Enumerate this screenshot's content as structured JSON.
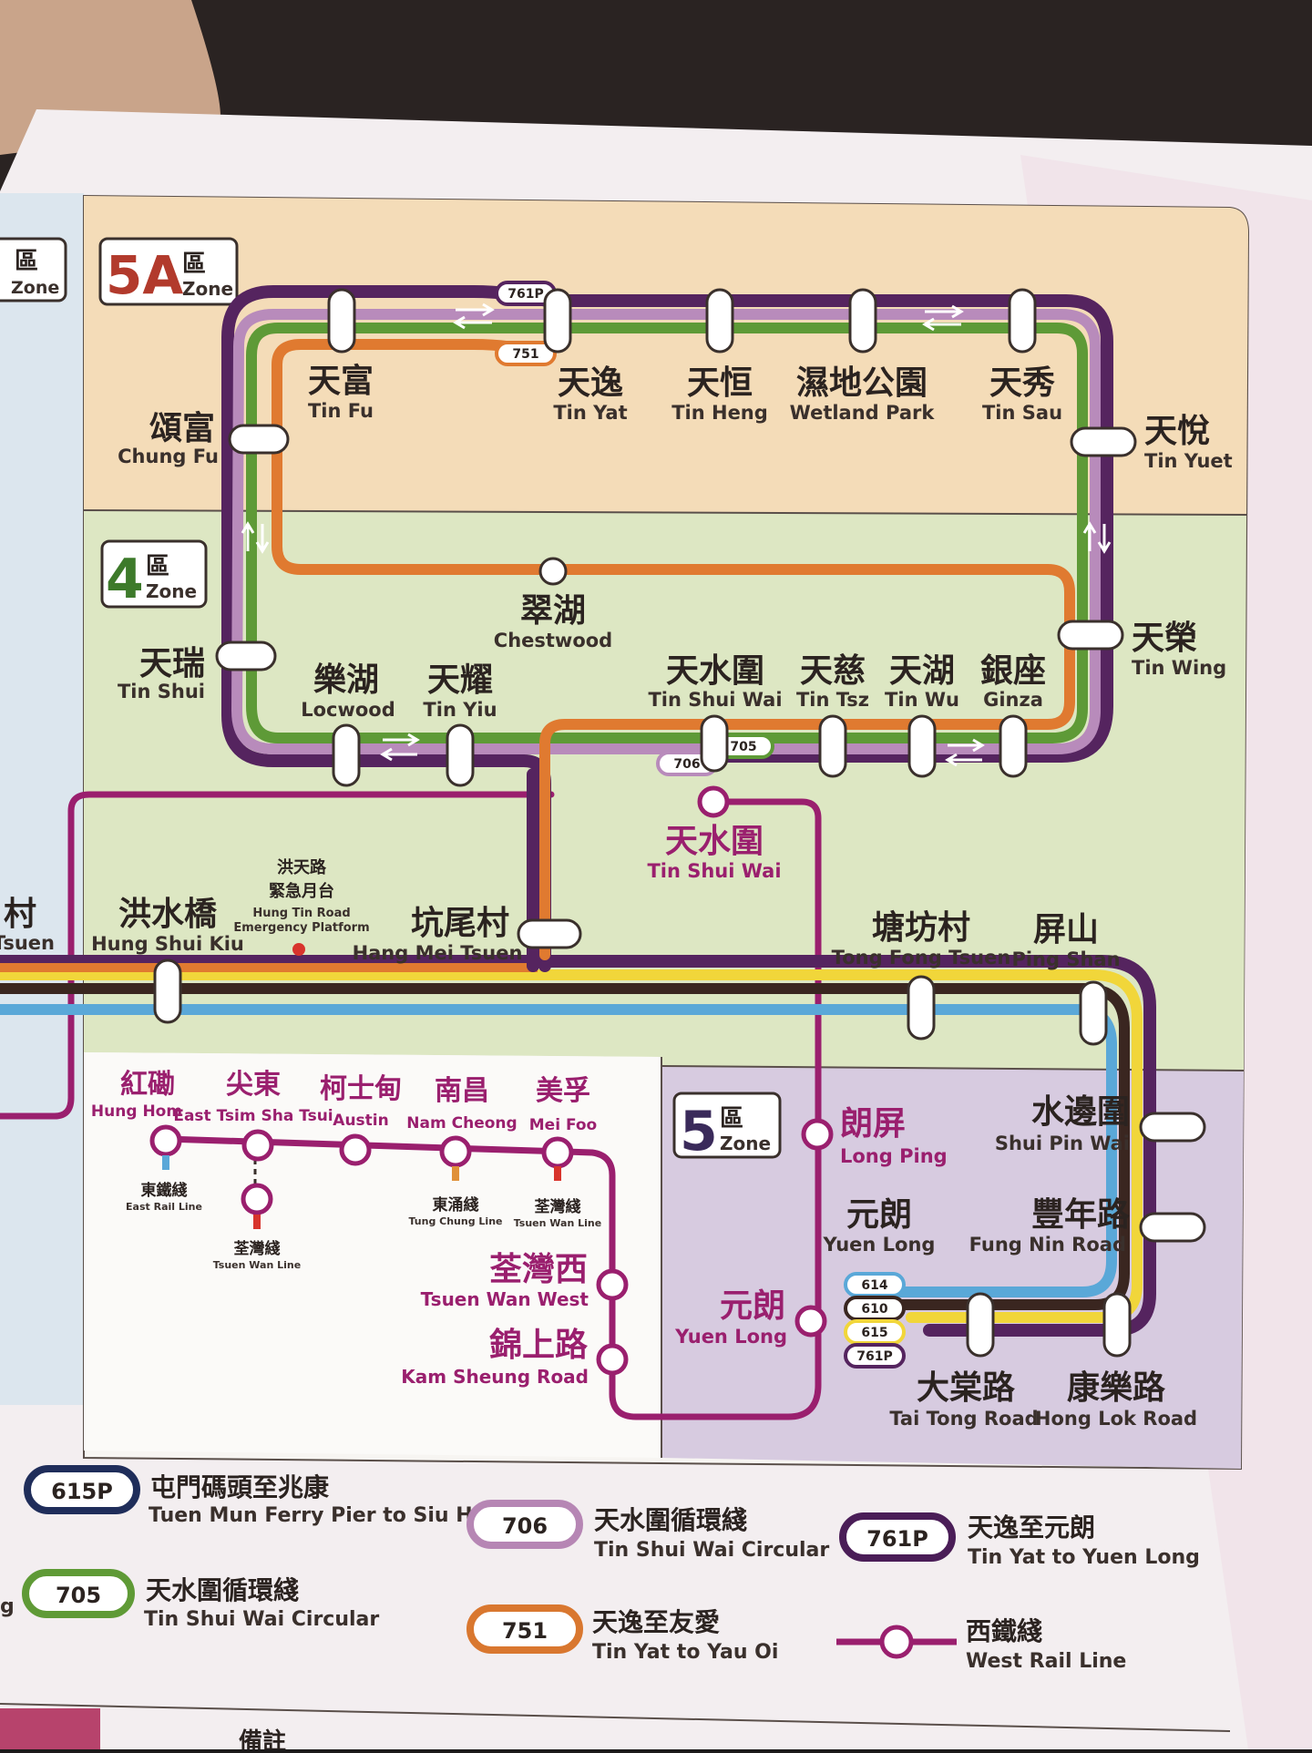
{
  "zones": {
    "z3": {
      "zh": "區",
      "en": "Zone"
    },
    "z5a": {
      "num": "5A",
      "zh": "區",
      "en": "Zone"
    },
    "z4": {
      "num": "4",
      "zh": "區",
      "en": "Zone"
    },
    "z5": {
      "num": "5",
      "zh": "區",
      "en": "Zone"
    }
  },
  "stations": {
    "tin_fu": {
      "zh": "天富",
      "en": "Tin Fu"
    },
    "tin_yat": {
      "zh": "天逸",
      "en": "Tin Yat"
    },
    "tin_heng": {
      "zh": "天恒",
      "en": "Tin Heng"
    },
    "wetland_park": {
      "zh": "濕地公園",
      "en": "Wetland Park"
    },
    "tin_sau": {
      "zh": "天秀",
      "en": "Tin Sau"
    },
    "tin_yuet": {
      "zh": "天悅",
      "en": "Tin Yuet"
    },
    "chung_fu": {
      "zh": "頌富",
      "en": "Chung Fu"
    },
    "chestwood": {
      "zh": "翠湖",
      "en": "Chestwood"
    },
    "tin_wing": {
      "zh": "天榮",
      "en": "Tin Wing"
    },
    "tin_shui": {
      "zh": "天瑞",
      "en": "Tin Shui"
    },
    "locwood": {
      "zh": "樂湖",
      "en": "Locwood"
    },
    "tin_yiu": {
      "zh": "天耀",
      "en": "Tin Yiu"
    },
    "tin_shui_wai_lr": {
      "zh": "天水圍",
      "en": "Tin Shui Wai"
    },
    "tin_tsz": {
      "zh": "天慈",
      "en": "Tin Tsz"
    },
    "tin_wu": {
      "zh": "天湖",
      "en": "Tin Wu"
    },
    "ginza": {
      "zh": "銀座",
      "en": "Ginza"
    },
    "tin_shui_wai_wr": {
      "zh": "天水圍",
      "en": "Tin Shui Wai"
    },
    "tsuen_partial": {
      "zh": "村",
      "en": "Tsuen"
    },
    "hung_shui_kiu": {
      "zh": "洪水橋",
      "en": "Hung Shui Kiu"
    },
    "hung_tin_road": {
      "zh1": "洪天路",
      "zh2": "緊急月台",
      "en1": "Hung Tin Road",
      "en2": "Emergency Platform"
    },
    "hang_mei_tsuen": {
      "zh": "坑尾村",
      "en": "Hang Mei Tsuen"
    },
    "tong_fong_tsuen": {
      "zh": "塘坊村",
      "en": "Tong Fong Tsuen"
    },
    "ping_shan": {
      "zh": "屏山",
      "en": "Ping Shan"
    },
    "shui_pin_wai": {
      "zh": "水邊圍",
      "en": "Shui Pin Wai"
    },
    "long_ping": {
      "zh": "朗屏",
      "en": "Long Ping"
    },
    "yuen_long_lr": {
      "zh": "元朗",
      "en": "Yuen Long"
    },
    "fung_nin_road": {
      "zh": "豐年路",
      "en": "Fung Nin Road"
    },
    "yuen_long_wr": {
      "zh": "元朗",
      "en": "Yuen Long"
    },
    "tai_tong_road": {
      "zh": "大棠路",
      "en": "Tai Tong Road"
    },
    "hong_lok_road": {
      "zh": "康樂路",
      "en": "Hong Lok Road"
    },
    "hung_hom": {
      "zh": "紅磡",
      "en": "Hung Hom"
    },
    "east_tst": {
      "zh": "尖東",
      "en": "East Tsim Sha Tsui"
    },
    "austin": {
      "zh": "柯士甸",
      "en": "Austin"
    },
    "nam_cheong": {
      "zh": "南昌",
      "en": "Nam Cheong"
    },
    "mei_foo": {
      "zh": "美孚",
      "en": "Mei Foo"
    },
    "tsuen_wan_west": {
      "zh": "荃灣西",
      "en": "Tsuen Wan West"
    },
    "kam_sheung_road": {
      "zh": "錦上路",
      "en": "Kam Sheung Road"
    }
  },
  "interchanges": {
    "east_rail": {
      "zh": "東鐵綫",
      "en": "East Rail Line"
    },
    "tsuen_wan_a": {
      "zh": "荃灣綫",
      "en": "Tsuen Wan Line"
    },
    "tung_chung": {
      "zh": "東涌綫",
      "en": "Tung Chung Line"
    },
    "tsuen_wan_b": {
      "zh": "荃灣綫",
      "en": "Tsuen Wan Line"
    }
  },
  "route_tags": {
    "r761p_top": "761P",
    "r751_top": "751",
    "r705_mid": "705",
    "r706_mid": "706",
    "r614": "614",
    "r610": "610",
    "r615": "615",
    "r761p_bottom": "761P"
  },
  "legend": [
    {
      "code": "615P",
      "zh": "屯門碼頭至兆康",
      "en": "Tuen Mun Ferry Pier to Siu Hong",
      "color": "#1f2d5a"
    },
    {
      "code": "706",
      "zh": "天水圍循環綫",
      "en": "Tin Shui Wai Circular",
      "color": "#b686b4"
    },
    {
      "code": "761P",
      "zh": "天逸至元朗",
      "en": "Tin Yat to Yuen Long",
      "color": "#4a1d57"
    },
    {
      "code": "705",
      "zh": "天水圍循環綫",
      "en": "Tin Shui Wai Circular",
      "color": "#5f9a36"
    },
    {
      "code": "751",
      "zh": "天逸至友愛",
      "en": "Tin Yat to Yau Oi",
      "color": "#d9772f"
    },
    {
      "code": "",
      "zh": "西鐵綫",
      "en": "West Rail Line",
      "color": "#9a1f6e"
    }
  ],
  "legend_partial_letter": "g",
  "footer_partial": "備註",
  "colors": {
    "zone5a": "#f4dcb8",
    "zone4": "#dde7c3",
    "zone5": "#d7cbe0",
    "west_rail": "#9a1f6e",
    "r751": "#e07a30",
    "r705": "#5e9a37",
    "r706": "#b88bbb",
    "r761p": "#55245f",
    "r610": "#3a2620",
    "r614": "#5aa8d8",
    "r615": "#f1d63a"
  }
}
